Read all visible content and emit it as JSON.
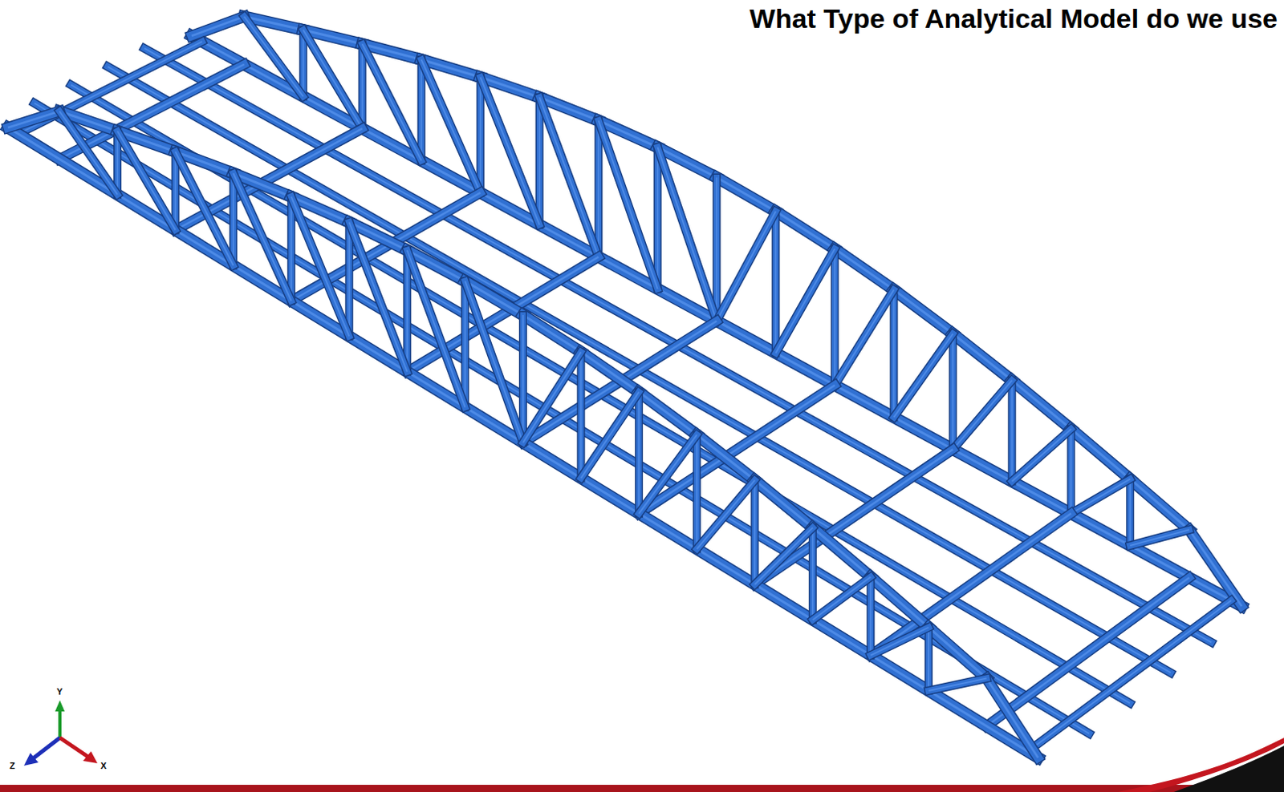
{
  "diagram": {
    "title": "What Type of Analytical Model do we use",
    "labels": [
      "Y",
      "Z",
      "X"
    ]
  }
}
